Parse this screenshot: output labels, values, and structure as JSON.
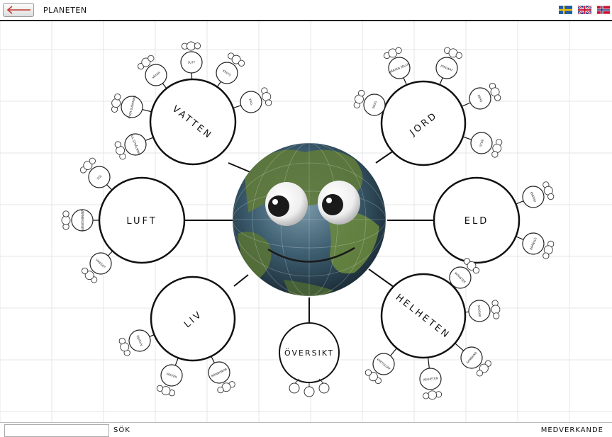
{
  "header": {
    "title": "PLANETEN",
    "back_icon": "back-arrow-icon",
    "accent": "#c0392b",
    "languages": [
      {
        "name": "swedish-flag-icon",
        "code": "sv"
      },
      {
        "name": "english-flag-icon",
        "code": "en"
      },
      {
        "name": "norwegian-flag-icon",
        "code": "no"
      }
    ]
  },
  "map": {
    "center_icon": "smiling-globe-icon",
    "hubs": {
      "vatten": "VATTEN",
      "jord": "JORD",
      "luft": "LUFT",
      "eld": "ELD",
      "liv": "LIV",
      "helheten": "HELHETEN",
      "oversikt": "ÖVERSIKT"
    },
    "subtopics": {
      "vatten": [
        "VÄXER",
        "SUTY",
        "KRETS",
        "KALL",
        "ÖVER-SVÄMNING",
        "SOL-STRÅLNING"
      ],
      "jord": [
        "MÅRTEN SELLIG",
        "JORDART",
        "BERG",
        "STEN",
        "SKOG"
      ],
      "luft": [
        "SOL",
        "VÄRMEKURSER",
        "VINDSET"
      ],
      "eld": [
        "ENERGI",
        "BRÄNSLE"
      ],
      "liv": [
        "DJURLIV",
        "VÄXTER",
        "MÄNNISKOR"
      ],
      "helheten": [
        "MÖNSTER",
        "SKOGAR",
        "SAMBAND",
        "HELHETEN",
        "KRETSLOPP"
      ]
    }
  },
  "footer": {
    "search_value": "",
    "search_label": "SÖK",
    "credits": "MEDVERKANDE"
  }
}
